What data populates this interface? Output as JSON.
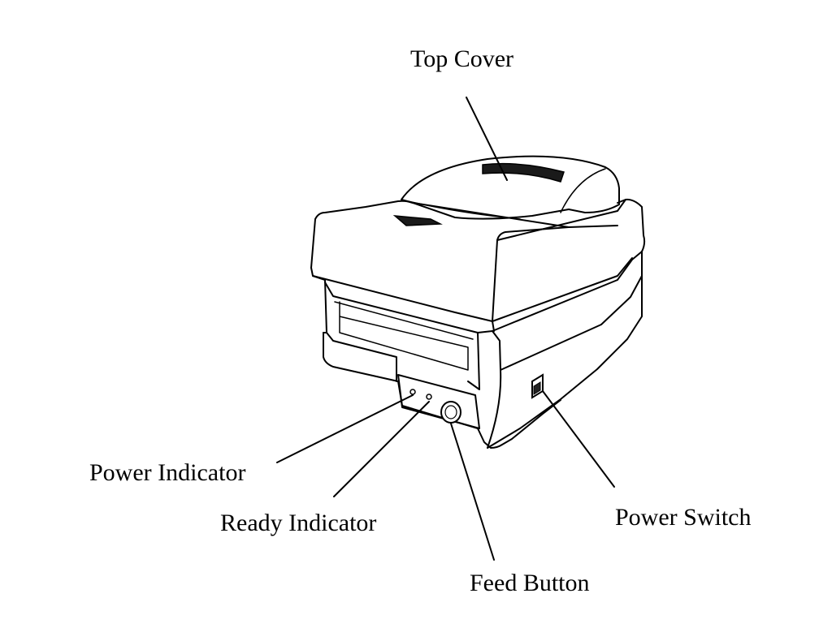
{
  "labels": {
    "top_cover": "Top Cover",
    "power_indicator": "Power Indicator",
    "ready_indicator": "Ready Indicator",
    "feed_button": "Feed Button",
    "power_switch": "Power Switch"
  },
  "colors": {
    "line": "#000000",
    "background": "#ffffff",
    "fill": "#ffffff"
  }
}
